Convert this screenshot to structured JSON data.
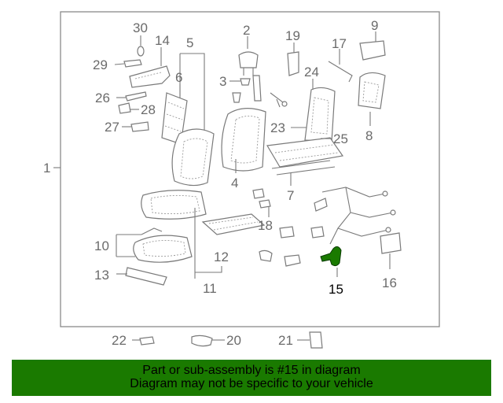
{
  "callouts": {
    "c1": "1",
    "c2": "2",
    "c3": "3",
    "c4": "4",
    "c5": "5",
    "c6": "6",
    "c7": "7",
    "c8": "8",
    "c9": "9",
    "c10": "10",
    "c11": "11",
    "c12": "12",
    "c13": "13",
    "c14": "14",
    "c15": "15",
    "c16": "16",
    "c17": "17",
    "c18": "18",
    "c19": "19",
    "c20": "20",
    "c21": "21",
    "c22": "22",
    "c23": "23",
    "c24": "24",
    "c25": "25",
    "c26": "26",
    "c27": "27",
    "c28": "28",
    "c29": "29",
    "c30": "30"
  },
  "highlighted_part": "15",
  "colors": {
    "highlight": "#1a7a00",
    "banner": "#1a7a00",
    "line": "#7a7a7a",
    "text": "#6b6b6b"
  },
  "banner": {
    "line1": "Part or sub-assembly is #15 in diagram",
    "line2": "Diagram may not be specific to your vehicle"
  }
}
